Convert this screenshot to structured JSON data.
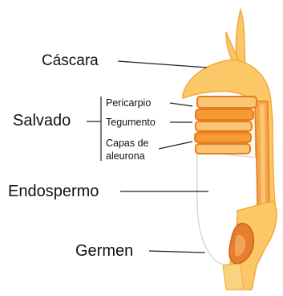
{
  "labels": {
    "husk": "Cáscara",
    "bran": "Salvado",
    "pericarp": "Pericarpio",
    "seed_coat": "Tegumento",
    "aleurone_line1": "Capas de",
    "aleurone_line2": "aleurona",
    "endosperm": "Endospermo",
    "germ": "Germen"
  },
  "colors": {
    "husk_fill": "#fcc867",
    "husk_stroke": "#f2a93b",
    "bran_layer": "#f08c1d",
    "bran_light": "#fbc576",
    "endosperm": "#ffffff",
    "germ": "#e77e2c",
    "leader_line": "#222222"
  }
}
